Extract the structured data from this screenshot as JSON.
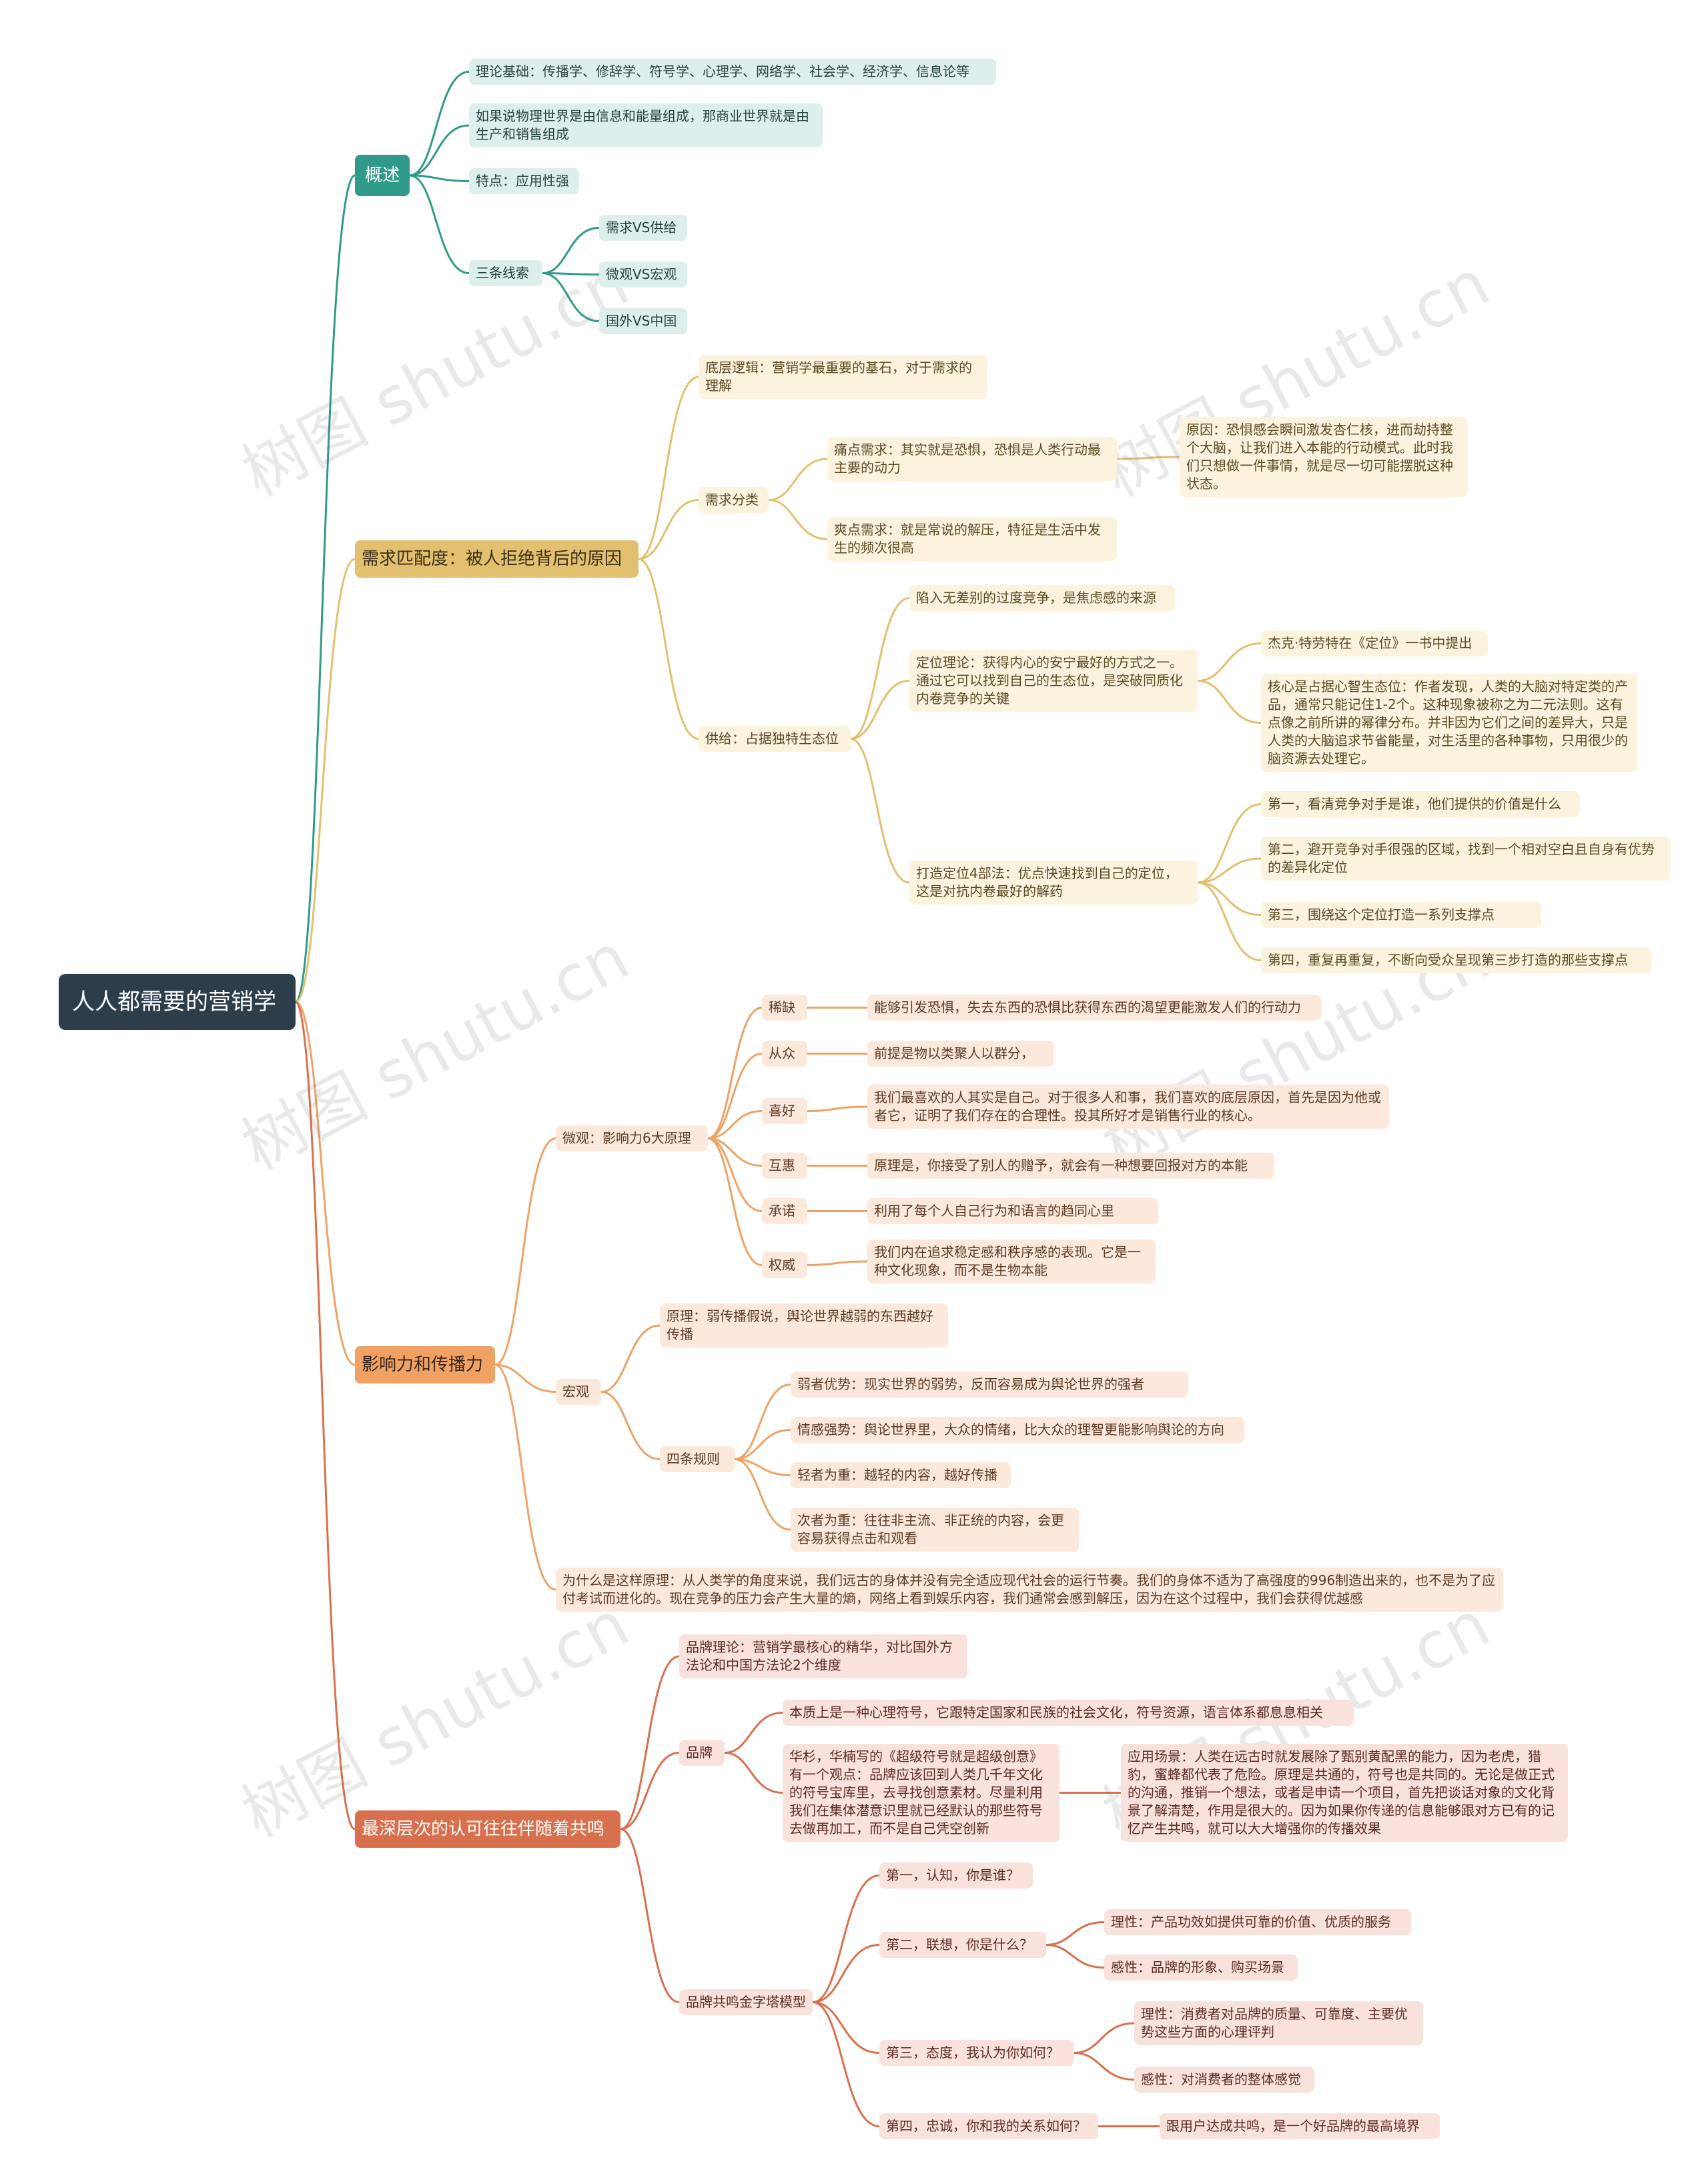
{
  "root": "人人都需要的营销学",
  "watermark": "树图 shutu.cn",
  "colors": {
    "teal": "#2f9a8a",
    "yellow": "#e3c06f",
    "orange": "#f0a265",
    "red": "#d9704d",
    "root": "#2c3e4c"
  },
  "b1": {
    "label": "概述",
    "t1": "理论基础：传播学、修辞学、符号学、心理学、网络学、社会学、经济学、信息论等",
    "t2": "如果说物理世界是由信息和能量组成，那商业世界就是由生产和销售组成",
    "t3": "特点：应用性强",
    "t4": "三条线索",
    "t4a": "需求VS供给",
    "t4b": "微观VS宏观",
    "t4c": "国外VS中国"
  },
  "b2": {
    "label": "需求匹配度：被人拒绝背后的原因",
    "base": "底层逻辑：营销学最重要的基石，对于需求的理解",
    "cls": "需求分类",
    "pain": "痛点需求：其实就是恐惧，恐惧是人类行动最主要的动力",
    "pain_reason": "原因：恐惧感会瞬间激发杏仁核，进而劫持整个大脑，让我们进入本能的行动模式。此时我们只想做一件事情，就是尽一切可能摆脱这种状态。",
    "itch": "爽点需求：就是常说的解压，特征是生活中发生的频次很高",
    "supply": "供给：占据独特生态位",
    "s1": "陷入无差别的过度竞争，是焦虑感的来源",
    "s2": "定位理论：获得内心的安宁最好的方式之一。通过它可以找到自己的生态位，是突破同质化内卷竞争的关键",
    "s2a": "杰克·特劳特在《定位》一书中提出",
    "s2b": "核心是占据心智生态位：作者发现，人类的大脑对特定类的产品，通常只能记住1-2个。这种现象被称之为二元法则。这有点像之前所讲的幂律分布。并非因为它们之间的差异大，只是人类的大脑追求节省能量，对生活里的各种事物，只用很少的脑资源去处理它。",
    "s3": "打造定位4部法：优点快速找到自己的定位，这是对抗内卷最好的解药",
    "s3a": "第一，看清竞争对手是谁，他们提供的价值是什么",
    "s3b": "第二，避开竞争对手很强的区域，找到一个相对空白且自身有优势的差异化定位",
    "s3c": "第三，围绕这个定位打造一系列支撑点",
    "s3d": "第四，重复再重复，不断向受众呈现第三步打造的那些支撑点"
  },
  "b3": {
    "label": "影响力和传播力",
    "micro": "微观：影响力6大原理",
    "m1": "稀缺",
    "m1d": "能够引发恐惧，失去东西的恐惧比获得东西的渴望更能激发人们的行动力",
    "m2": "从众",
    "m2d": "前提是物以类聚人以群分，",
    "m3": "喜好",
    "m3d": "我们最喜欢的人其实是自己。对于很多人和事，我们喜欢的底层原因，首先是因为他或者它，证明了我们存在的合理性。投其所好才是销售行业的核心。",
    "m4": "互惠",
    "m4d": "原理是，你接受了别人的赠予，就会有一种想要回报对方的本能",
    "m5": "承诺",
    "m5d": "利用了每个人自己行为和语言的趋同心里",
    "m6": "权威",
    "m6d": "我们内在追求稳定感和秩序感的表现。它是一种文化现象，而不是生物本能",
    "macro": "宏观",
    "ma1": "原理：弱传播假说，舆论世界越弱的东西越好传播",
    "ma2": "四条规则",
    "r1": "弱者优势：现实世界的弱势，反而容易成为舆论世界的强者",
    "r2": "情感强势：舆论世界里，大众的情绪，比大众的理智更能影响舆论的方向",
    "r3": "轻者为重：越轻的内容，越好传播",
    "r4": "次者为重：往往非主流、非正统的内容，会更容易获得点击和观看",
    "why": "为什么是这样原理：从人类学的角度来说，我们远古的身体并没有完全适应现代社会的运行节奏。我们的身体不适为了高强度的996制造出来的，也不是为了应付考试而进化的。现在竞争的压力会产生大量的熵，网络上看到娱乐内容，我们通常会感到解压，因为在这个过程中，我们会获得优越感"
  },
  "b4": {
    "label": "最深层次的认可往往伴随着共鸣",
    "theory": "品牌理论：营销学最核心的精华，对比国外方法论和中国方法论2个维度",
    "brand": "品牌",
    "br1": "本质上是一种心理符号，它跟特定国家和民族的社会文化，符号资源，语言体系都息息相关",
    "br2": "华杉，华楠写的《超级符号就是超级创意》有一个观点：品牌应该回到人类几千年文化的符号宝库里，去寻找创意素材。尽量利用我们在集体潜意识里就已经默认的那些符号去做再加工，而不是自己凭空创新",
    "br2a": "应用场景：人类在远古时就发展除了甄别黄配黑的能力，因为老虎，猎豹，蜜蜂都代表了危险。原理是共通的，符号也是共同的。无论是做正式的沟通，推销一个想法，或者是申请一个项目，首先把谈话对象的文化背景了解清楚，作用是很大的。因为如果你传递的信息能够跟对方已有的记忆产生共鸣，就可以大大增强你的传播效果",
    "pyr": "品牌共鸣金字塔模型",
    "p1": "第一，认知，你是谁？",
    "p2": "第二，联想，你是什么？",
    "p2a": "理性：产品功效如提供可靠的价值、优质的服务",
    "p2b": "感性：品牌的形象、购买场景",
    "p3": "第三，态度，我认为你如何？",
    "p3a": "理性：消费者对品牌的质量、可靠度、主要优势这些方面的心理评判",
    "p3b": "感性：对消费者的整体感觉",
    "p4": "第四，忠诚，你和我的关系如何？",
    "p4a": "跟用户达成共鸣，是一个好品牌的最高境界"
  }
}
